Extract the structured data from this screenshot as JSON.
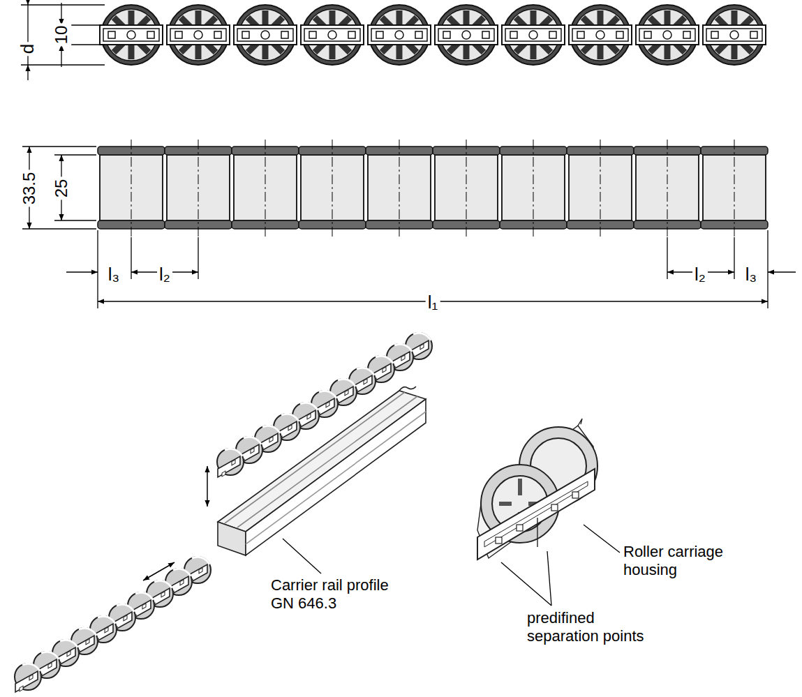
{
  "diagram": {
    "labels": [
      "d",
      "10",
      "33.5",
      "25",
      "l₃",
      "l₂",
      "l₂",
      "l₃",
      "l₁",
      "Carrier rail profile GN 646.3",
      "Roller carriage housing",
      "predifined separation points"
    ]
  }
}
